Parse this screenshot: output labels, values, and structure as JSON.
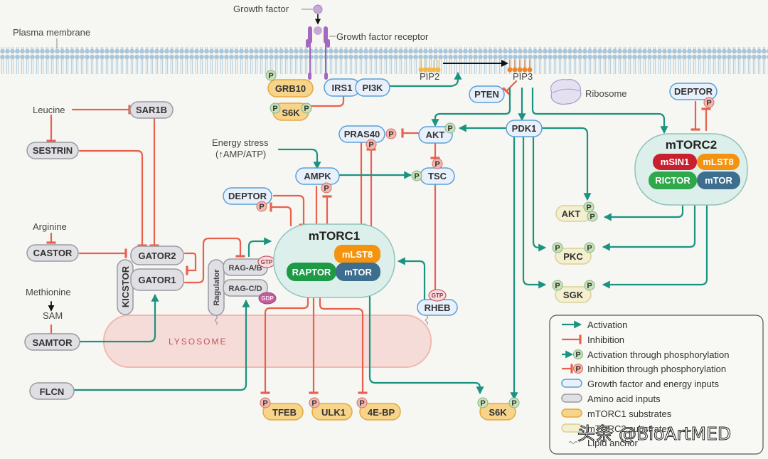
{
  "colors": {
    "background": "#f6f6f2",
    "activation": "#1a9380",
    "inhibition": "#e8604c",
    "growth_input_fill": "#e8f1fb",
    "growth_input_stroke": "#5a9fd6",
    "amino_fill": "#dfdfe4",
    "amino_stroke": "#9a9aa2",
    "mtorc1_sub_fill": "#f7d48a",
    "mtorc1_sub_stroke": "#e2a93e",
    "mtorc2_sub_fill": "#f3efcf",
    "mtorc2_sub_stroke": "#d8d09a",
    "complex_fill": "#dcefeb",
    "complex_stroke": "#8fc4bb",
    "raptor": "#1e9a47",
    "mtor": "#3d6d8f",
    "mlst8": "#f4930f",
    "msin1": "#c8202f",
    "rictor": "#2ea84a",
    "p_active_fill": "#c9e3b6",
    "p_inhib_fill": "#f4b7b0",
    "lysosome_fill": "#f6dcd8",
    "lysosome_stroke": "#f0b9b0",
    "membrane": "#aac6d8",
    "receptor": "#9b59b6"
  },
  "labels": {
    "plasma_membrane": "Plasma membrane",
    "growth_factor": "Growth factor",
    "growth_factor_receptor": "Growth factor receptor",
    "pip2": "PIP2",
    "pip3": "PIP3",
    "ribosome": "Ribosome",
    "leucine": "Leucine",
    "arginine": "Arginine",
    "methionine": "Methionine",
    "sam": "SAM",
    "energy_stress_line1": "Energy stress",
    "energy_stress_line2": "(↑AMP/ATP)",
    "lysosome": "LYSOSOME",
    "phospho": "P",
    "gtp": "GTP",
    "gdp": "GDP"
  },
  "nodes": {
    "grb10": "GRB10",
    "irs1": "IRS1",
    "pi3k": "PI3K",
    "s6k_top": "S6K",
    "pten": "PTEN",
    "sar1b": "SAR1B",
    "sestrin": "SESTRIN",
    "castor": "CASTOR",
    "samtor": "SAMTOR",
    "flcn": "FLCN",
    "gator2": "GATOR2",
    "gator1": "GATOR1",
    "kicstor": "KICSTOR",
    "ragulator": "Ragulator",
    "rag_ab": "RAG-A/B",
    "rag_cd": "RAG-C/D",
    "pras40": "PRAS40",
    "akt": "AKT",
    "pdk1": "PDK1",
    "ampk": "AMPK",
    "tsc": "TSC",
    "deptor1": "DEPTOR",
    "deptor2": "DEPTOR",
    "rheb": "RHEB",
    "tfeb": "TFEB",
    "ulk1": "ULK1",
    "4ebp": "4E-BP",
    "s6k_bottom": "S6K",
    "akt2": "AKT",
    "pkc": "PKC",
    "sgk": "SGK"
  },
  "mtorc1": {
    "title": "mTORC1",
    "mlst8": "mLST8",
    "raptor": "RAPTOR",
    "mtor": "mTOR"
  },
  "mtorc2": {
    "title": "mTORC2",
    "msin1": "mSIN1",
    "mlst8": "mLST8",
    "rictor": "RICTOR",
    "mtor": "mTOR"
  },
  "legend": {
    "items": [
      {
        "label": "Activation",
        "kind": "activation"
      },
      {
        "label": "Inhibition",
        "kind": "inhibition"
      },
      {
        "label": "Activation through phosphorylation",
        "kind": "activation-p"
      },
      {
        "label": "Inhibition through phosphorylation",
        "kind": "inhibition-p"
      },
      {
        "label": "Growth factor and energy inputs",
        "kind": "growth"
      },
      {
        "label": "Amino acid inputs",
        "kind": "amino"
      },
      {
        "label": "mTORC1 substrates",
        "kind": "mtorc1-sub"
      },
      {
        "label": "mTORC2 substrates",
        "kind": "mtorc2-sub"
      },
      {
        "label": "Lipid anchor",
        "kind": "lipid"
      }
    ]
  },
  "watermark": "头条 @BioArtMED"
}
